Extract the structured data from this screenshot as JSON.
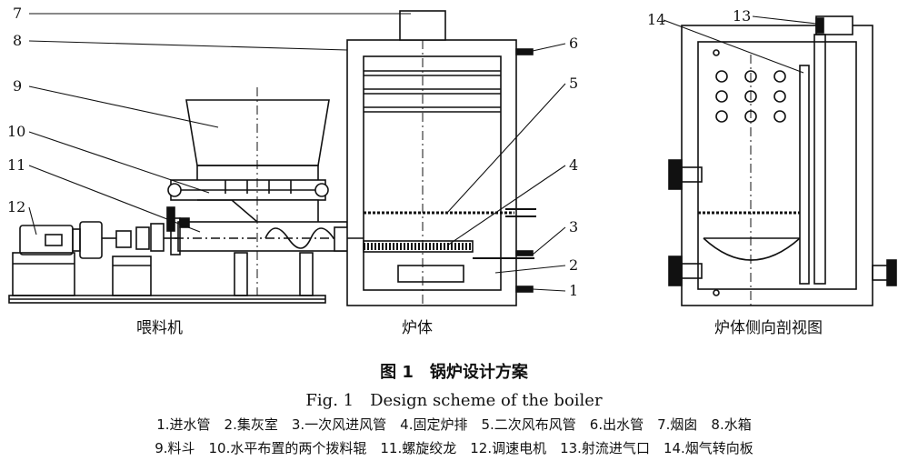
{
  "callouts": [
    "1",
    "2",
    "3",
    "4",
    "5",
    "6",
    "7",
    "8",
    "9",
    "10",
    "11",
    "12",
    "13",
    "14"
  ],
  "section_labels": {
    "feeder": "喂料机",
    "furnace": "炉体",
    "side_section": "炉体侧向剖视图"
  },
  "caption": {
    "cn": "图 1　锅炉设计方案",
    "en": "Fig. 1　Design scheme of the boiler"
  },
  "legend": {
    "line1": "1.进水管　2.集灰室　3.一次风进风管　4.固定炉排　5.二次风布风管　6.出水管　7.烟囱　8.水箱",
    "line2": "9.料斗　10.水平布置的两个拨料辊　11.螺旋绞龙　12.调速电机　13.射流进气口　14.烟气转向板"
  }
}
